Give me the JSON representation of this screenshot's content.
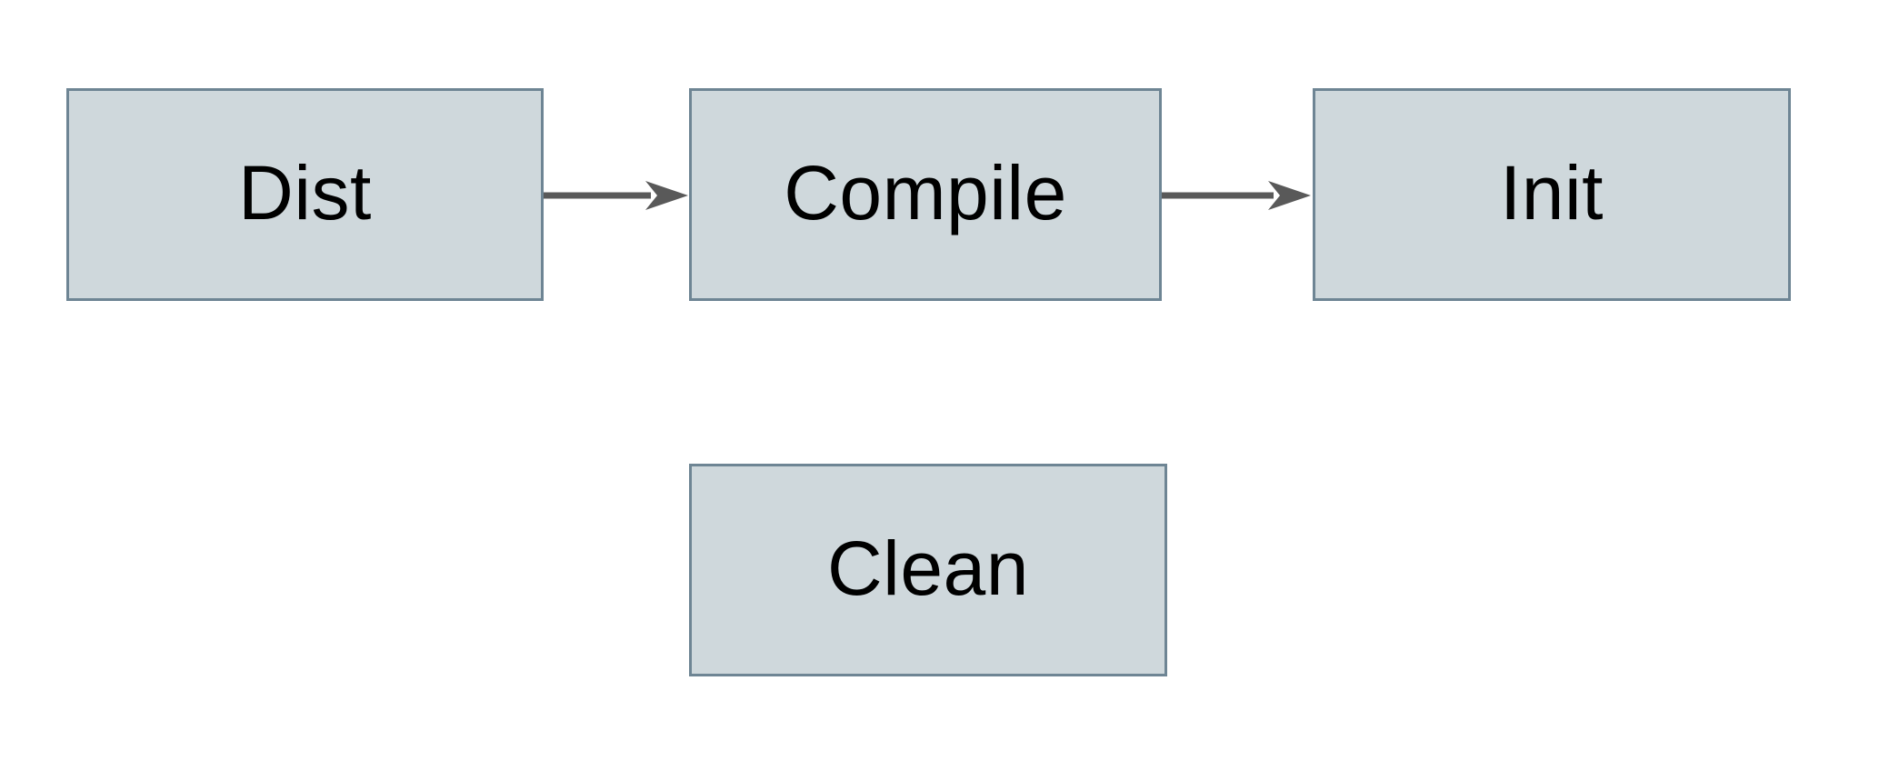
{
  "diagram": {
    "type": "flowchart",
    "nodes": [
      {
        "id": "dist",
        "label": "Dist"
      },
      {
        "id": "compile",
        "label": "Compile"
      },
      {
        "id": "init",
        "label": "Init"
      },
      {
        "id": "clean",
        "label": "Clean"
      }
    ],
    "edges": [
      {
        "from": "Dist",
        "to": "Compile",
        "direction": "right",
        "style": "solid-arrow"
      },
      {
        "from": "Compile",
        "to": "Init",
        "direction": "right",
        "style": "solid-arrow"
      }
    ],
    "colors": {
      "background": "#ffffff",
      "node_fill": "#cfd8dc",
      "node_border": "#6e8594",
      "arrow": "#595959",
      "text": "#000000"
    }
  }
}
